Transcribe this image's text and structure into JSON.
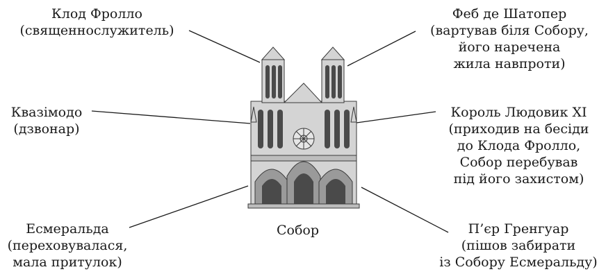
{
  "center_label": "Собор",
  "characters": [
    {
      "id": "frollo",
      "lines": [
        "Клод Фролло",
        "(священнослужитель)"
      ]
    },
    {
      "id": "quasimodo",
      "lines": [
        "Квазімодо",
        "(дзвонар)"
      ]
    },
    {
      "id": "esmeralda",
      "lines": [
        "Есмеральда",
        "(переховувалася,",
        "мала притулок)"
      ]
    },
    {
      "id": "phoebus",
      "lines": [
        "Феб де Шатопер",
        "(вартував біля Собору,",
        "його наречена",
        "жила навпроти)"
      ]
    },
    {
      "id": "louis",
      "lines": [
        "Король Людовик XI",
        "(приходив на бесіди",
        "до Клода Фролло,",
        "Собор перебував",
        "під його захистом)"
      ]
    },
    {
      "id": "gringoire",
      "lines": [
        "П’єр Гренгуар",
        "(пішов забирати",
        "із Собору Есмеральду)"
      ]
    }
  ],
  "colors": {
    "line": "#1a1a1a",
    "building_fill": "#d4d4d4",
    "building_stroke": "#3a3a3a",
    "building_dark": "#4a4a4a"
  }
}
